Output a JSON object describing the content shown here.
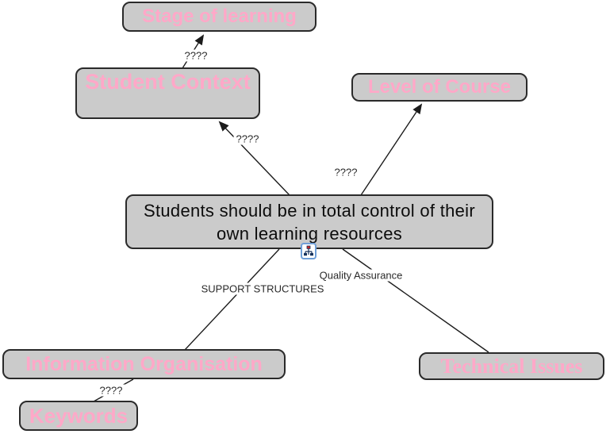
{
  "diagram": {
    "title_hint": "concept map",
    "colors": {
      "canvas_background": "#ffffff",
      "node_fill": "#cbcbcb",
      "node_border": "#2a2a2a",
      "concept_pink": "#ffa8c8",
      "statement_text": "#0c0c0c",
      "line_color": "#1c1c1c",
      "icon_border_blue": "#6f9fd8",
      "icon_red": "#cc2222",
      "icon_navy": "#16325c"
    },
    "nodes": [
      {
        "id": "stage-of-learning",
        "label": "Stage of learning"
      },
      {
        "id": "student-context",
        "label": "Student Context"
      },
      {
        "id": "level-of-course",
        "label": "Level of Course"
      },
      {
        "id": "main-statement",
        "label": "Students should be in total control of their own learning resources"
      },
      {
        "id": "information-organisation",
        "label": "Information Organisation"
      },
      {
        "id": "technical-issues",
        "label": "Technical Issues"
      },
      {
        "id": "keywords",
        "label": "Keywords"
      }
    ],
    "links": [
      {
        "label": "????",
        "from": "student-context",
        "to": "stage-of-learning",
        "arrowhead": true
      },
      {
        "label": "????",
        "from": "main-statement",
        "to": "student-context",
        "arrowhead": true
      },
      {
        "label": "????",
        "from": "main-statement",
        "to": "level-of-course",
        "arrowhead": true
      },
      {
        "label": "SUPPORT STRUCTURES",
        "from": "main-statement",
        "to": "information-organisation",
        "arrowhead": false
      },
      {
        "label": "Quality Assurance",
        "from": "main-statement",
        "to": "technical-issues",
        "arrowhead": false
      },
      {
        "label": "????",
        "from": "information-organisation",
        "to": "keywords",
        "arrowhead": false
      }
    ],
    "icons": [
      {
        "id": "cmap-resource-icon",
        "meaning": "attached concept-map resource on main statement node"
      }
    ]
  }
}
